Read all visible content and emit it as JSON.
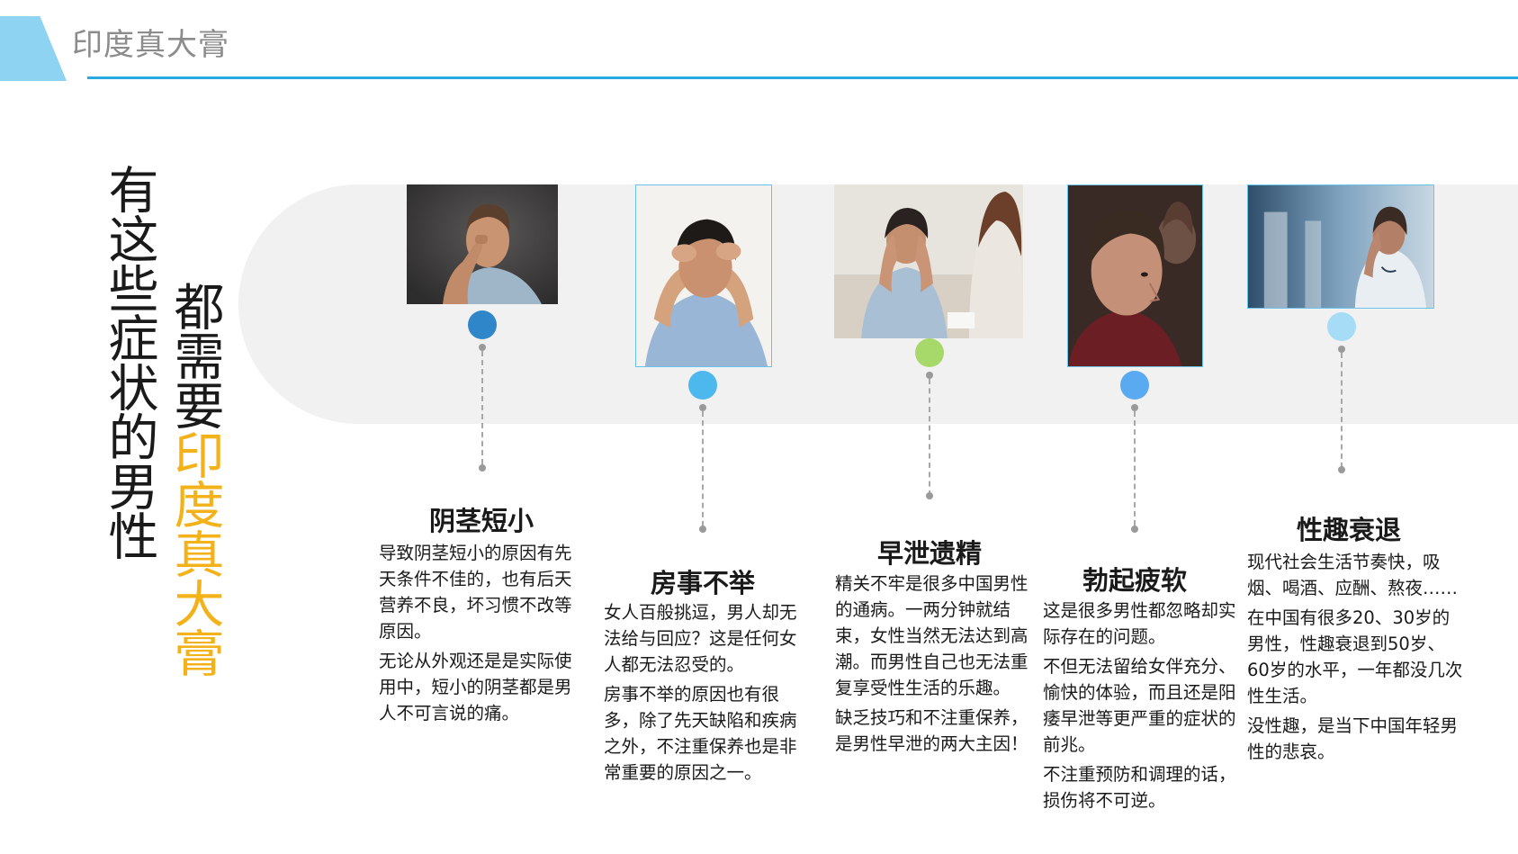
{
  "header": {
    "title": "印度真大膏"
  },
  "headline": {
    "line1": "有这些症状的男性",
    "line2_prefix": "都需要",
    "line2_highlight": "印度真大膏"
  },
  "colors": {
    "accent": "#2aa9e0",
    "highlight": "#f3b21a",
    "dot1": "#2f86c9",
    "dot2": "#4cb8ee",
    "dot3": "#a7d86a",
    "dot4": "#5aaaf2",
    "dot5": "#a6dcf6"
  },
  "items": [
    {
      "title": "阴茎短小",
      "photo": "man-rubbing-eyes-photo",
      "paragraphs": [
        "导致阴茎短小的原因有先天条件不佳的，也有后天营养不良，坏习惯不改等原因。",
        "无论从外观还是是实际使用中，短小的阴茎都是男人不可言说的痛。"
      ]
    },
    {
      "title": "房事不举",
      "photo": "man-holding-head-photo",
      "paragraphs": [
        "女人百般挑逗，男人却无法给与回应？这是任何女人都无法忍受的。",
        "房事不举的原因也有很多，除了先天缺陷和疾病之外，不注重保养也是非常重要的原因之一。"
      ]
    },
    {
      "title": "早泄遗精",
      "photo": "couple-on-sofa-photo",
      "paragraphs": [
        "精关不牢是很多中国男性的通病。一两分钟就结束，女性当然无法达到高潮。而男性自己也无法重复享受性生活的乐趣。",
        "缺乏技巧和不注重保养，是男性早泄的两大主因！"
      ]
    },
    {
      "title": "勃起疲软",
      "photo": "man-portrait-photo",
      "paragraphs": [
        "这是很多男性都忽略却实际存在的问题。",
        "不但无法留给女伴充分、愉快的体验，而且还是阳痿早泄等更严重的症状的前兆。",
        "不注重预防和调理的话，损伤将不可逆。"
      ]
    },
    {
      "title": "性趣衰退",
      "photo": "doctor-stressed-photo",
      "paragraphs": [
        "现代社会生活节奏快，吸烟、喝酒、应酬、熬夜……",
        "在中国有很多20、30岁的男性，性趣衰退到50岁、60岁的水平，一年都没几次性生活。",
        "没性趣，是当下中国年轻男性的悲哀。"
      ]
    }
  ]
}
